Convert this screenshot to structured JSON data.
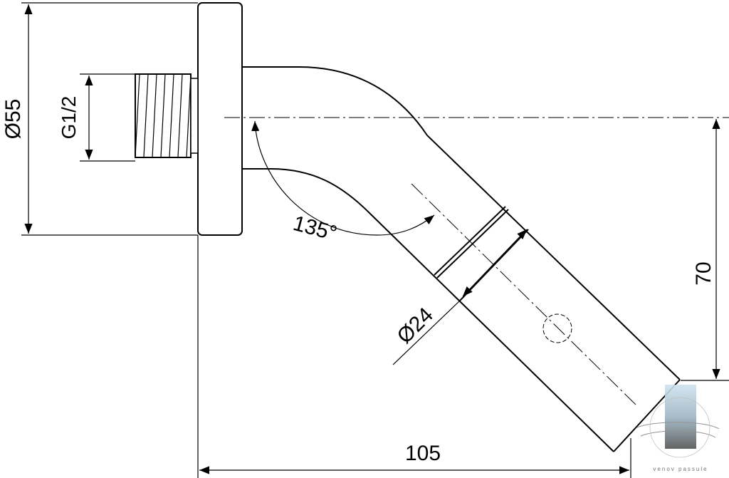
{
  "dimensions": {
    "flange_diameter": "Ø55",
    "thread": "G1/2",
    "angle": "135°",
    "arm_diameter": "Ø24",
    "height": "70",
    "length": "105"
  },
  "watermark": {
    "text": "venov passule"
  }
}
